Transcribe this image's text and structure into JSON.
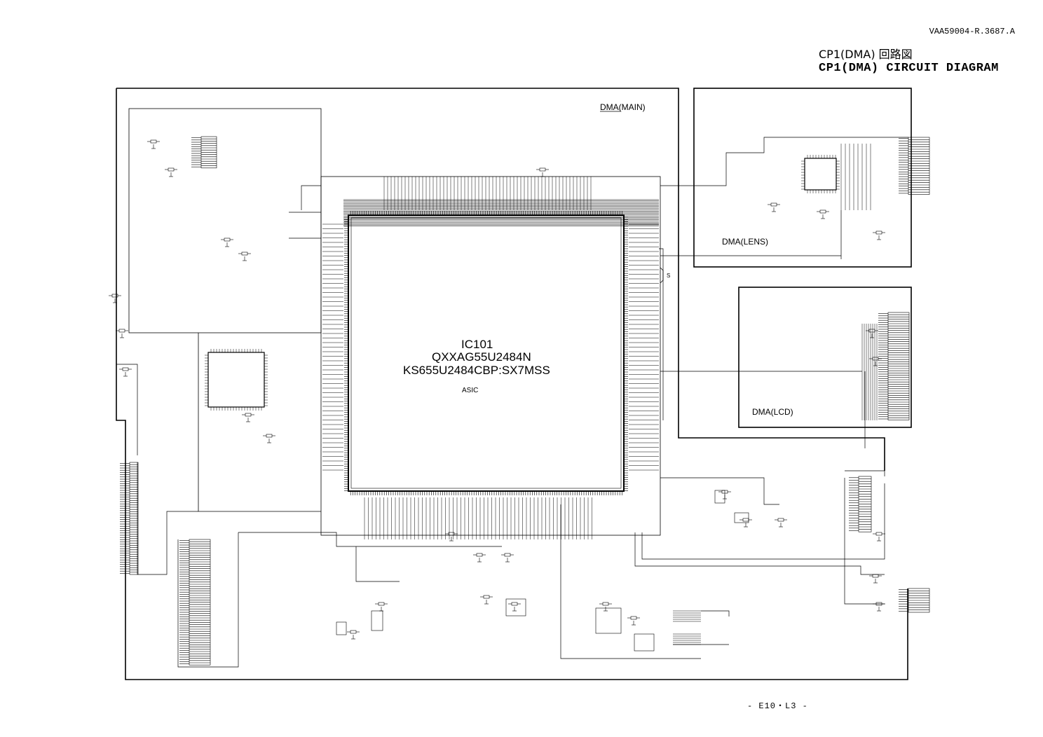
{
  "header": {
    "doc_code": "VAA59004-R.3687.A",
    "title_jp": "CP1(DMA) 回路図",
    "title_en": "CP1(DMA) CIRCUIT DIAGRAM"
  },
  "footer": {
    "page_number": "- E10・L3 -"
  },
  "sections": {
    "main": "DMA(MAIN)",
    "lens": "DMA(LENS)",
    "lcd": "DMA(LCD)"
  },
  "main_ic": {
    "ref": "IC101",
    "part_number": "QXXAG55U2484N",
    "type_code": "KS655U2484CBP:SX7MSS",
    "function": "ASIC"
  },
  "callouts": {
    "bracket_label": "S"
  },
  "colors": {
    "ink": "#000000",
    "paper": "#ffffff"
  }
}
